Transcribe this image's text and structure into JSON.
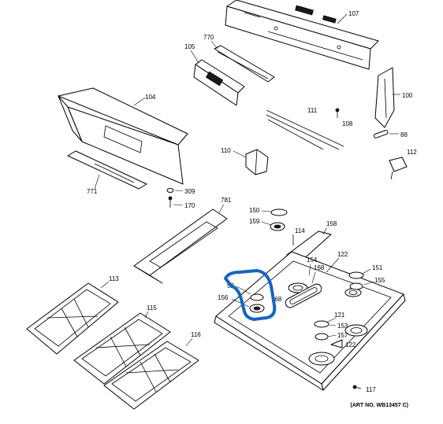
{
  "diagram": {
    "art_number": "(ART NO. WB13457 C)",
    "highlight_color": "#1565c0",
    "callouts": {
      "p107": "107",
      "p770": "770",
      "p105": "105",
      "p104": "104",
      "p111": "111",
      "p108": "108",
      "p100": "100",
      "p88": "88",
      "p110": "110",
      "p112": "112",
      "p771": "771",
      "p309": "309",
      "p170": "170",
      "p781": "781",
      "p150": "150",
      "p159": "159",
      "p114": "114",
      "p158": "158",
      "p154": "154",
      "p122a": "122",
      "p168": "168",
      "p151": "151",
      "p52": "52",
      "p155": "155",
      "p156": "156",
      "p168b": "168",
      "p113": "113",
      "p115": "115",
      "p121": "121",
      "p153": "153",
      "p157": "157",
      "p122b": "122",
      "p116": "116",
      "p117": "117"
    }
  }
}
